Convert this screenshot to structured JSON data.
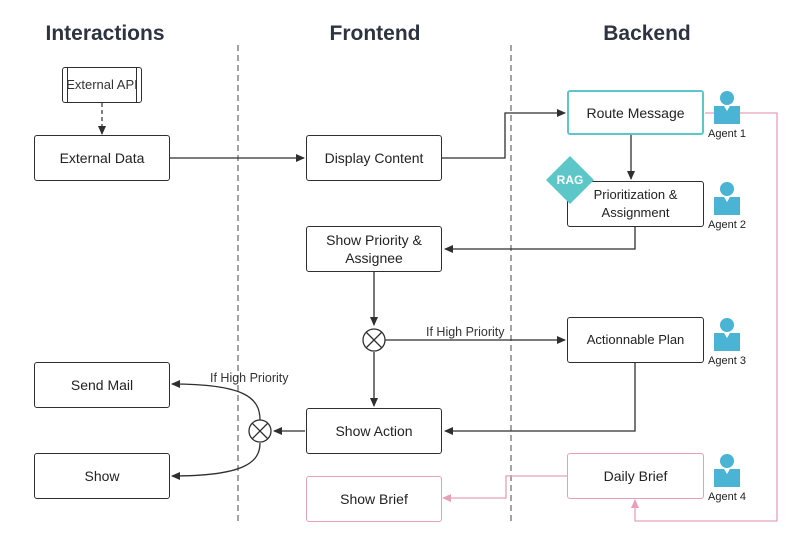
{
  "lanes": {
    "interactions": "Interactions",
    "frontend": "Frontend",
    "backend": "Backend"
  },
  "nodes": {
    "external_api": "External API",
    "external_data": "External Data",
    "display_content": "Display Content",
    "route_message": "Route Message",
    "prioritization": "Prioritization & Assignment",
    "rag": "RAG",
    "show_priority": "Show Priority & Assignee",
    "actionable_plan": "Actionnable Plan",
    "show_action": "Show Action",
    "send_mail": "Send Mail",
    "show": "Show",
    "daily_brief": "Daily Brief",
    "show_brief": "Show Brief"
  },
  "agents": {
    "a1": "Agent 1",
    "a2": "Agent 2",
    "a3": "Agent 3",
    "a4": "Agent 4"
  },
  "edge_labels": {
    "high_priority_plan": "If High Priority",
    "high_priority_mail": "If High Priority"
  },
  "colors": {
    "teal": "#5cc6c9",
    "agent_blue": "#4bb3d3",
    "pink": "#e8a0b8",
    "line": "#2f2f2f",
    "dash": "#666666"
  }
}
